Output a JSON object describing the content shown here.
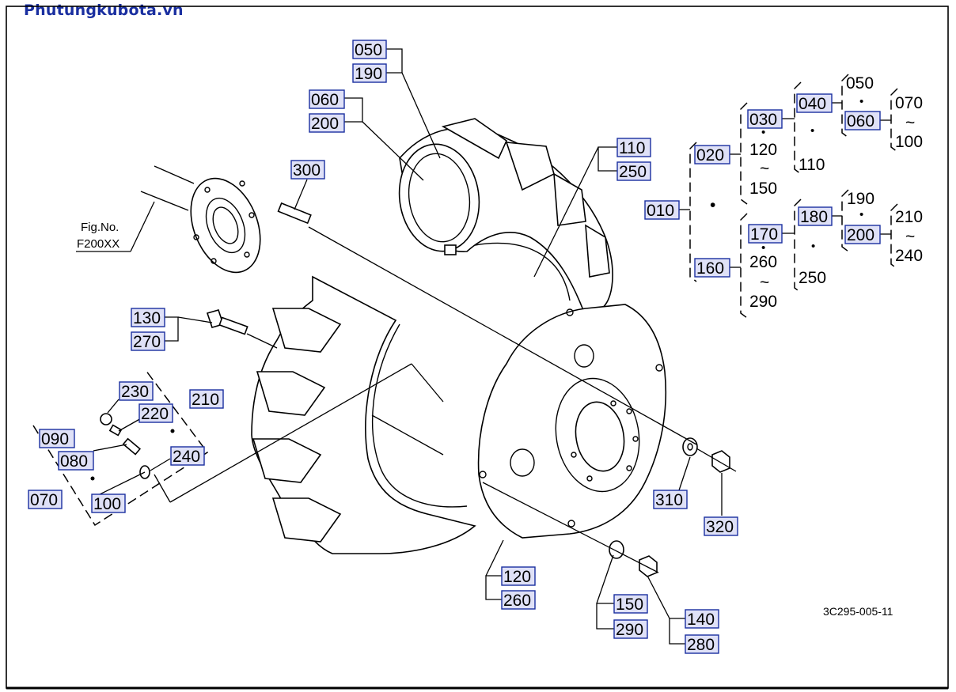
{
  "brand": "Phutungkubota.vn",
  "diagram_code": "3C295-005-11",
  "figure_ref": {
    "line1": "Fig.No.",
    "line2": "F200XX"
  },
  "callouts": {
    "c050": "050",
    "c190": "190",
    "c060": "060",
    "c200": "200",
    "c300": "300",
    "c110": "110",
    "c250": "250",
    "c130": "130",
    "c270": "270",
    "c230": "230",
    "c220": "220",
    "c210": "210",
    "c090": "090",
    "c080": "080",
    "c240": "240",
    "c070": "070",
    "c100": "100",
    "c310": "310",
    "c320": "320",
    "c120": "120",
    "c260": "260",
    "c150": "150",
    "c290": "290",
    "c140": "140",
    "c280": "280"
  },
  "tree": {
    "n010": "010",
    "n020": "020",
    "n160": "160",
    "n030": "030",
    "n120": "120",
    "n150": "150",
    "n040": "040",
    "n110": "110",
    "n050": "050",
    "n060": "060",
    "n070": "070",
    "n100": "100",
    "n170": "170",
    "n260": "260",
    "n290": "290",
    "n180": "180",
    "n250": "250",
    "n190": "190",
    "n200": "200",
    "n210": "210",
    "n240": "240",
    "dot": "•",
    "tilde": "~",
    "mid": "·"
  }
}
